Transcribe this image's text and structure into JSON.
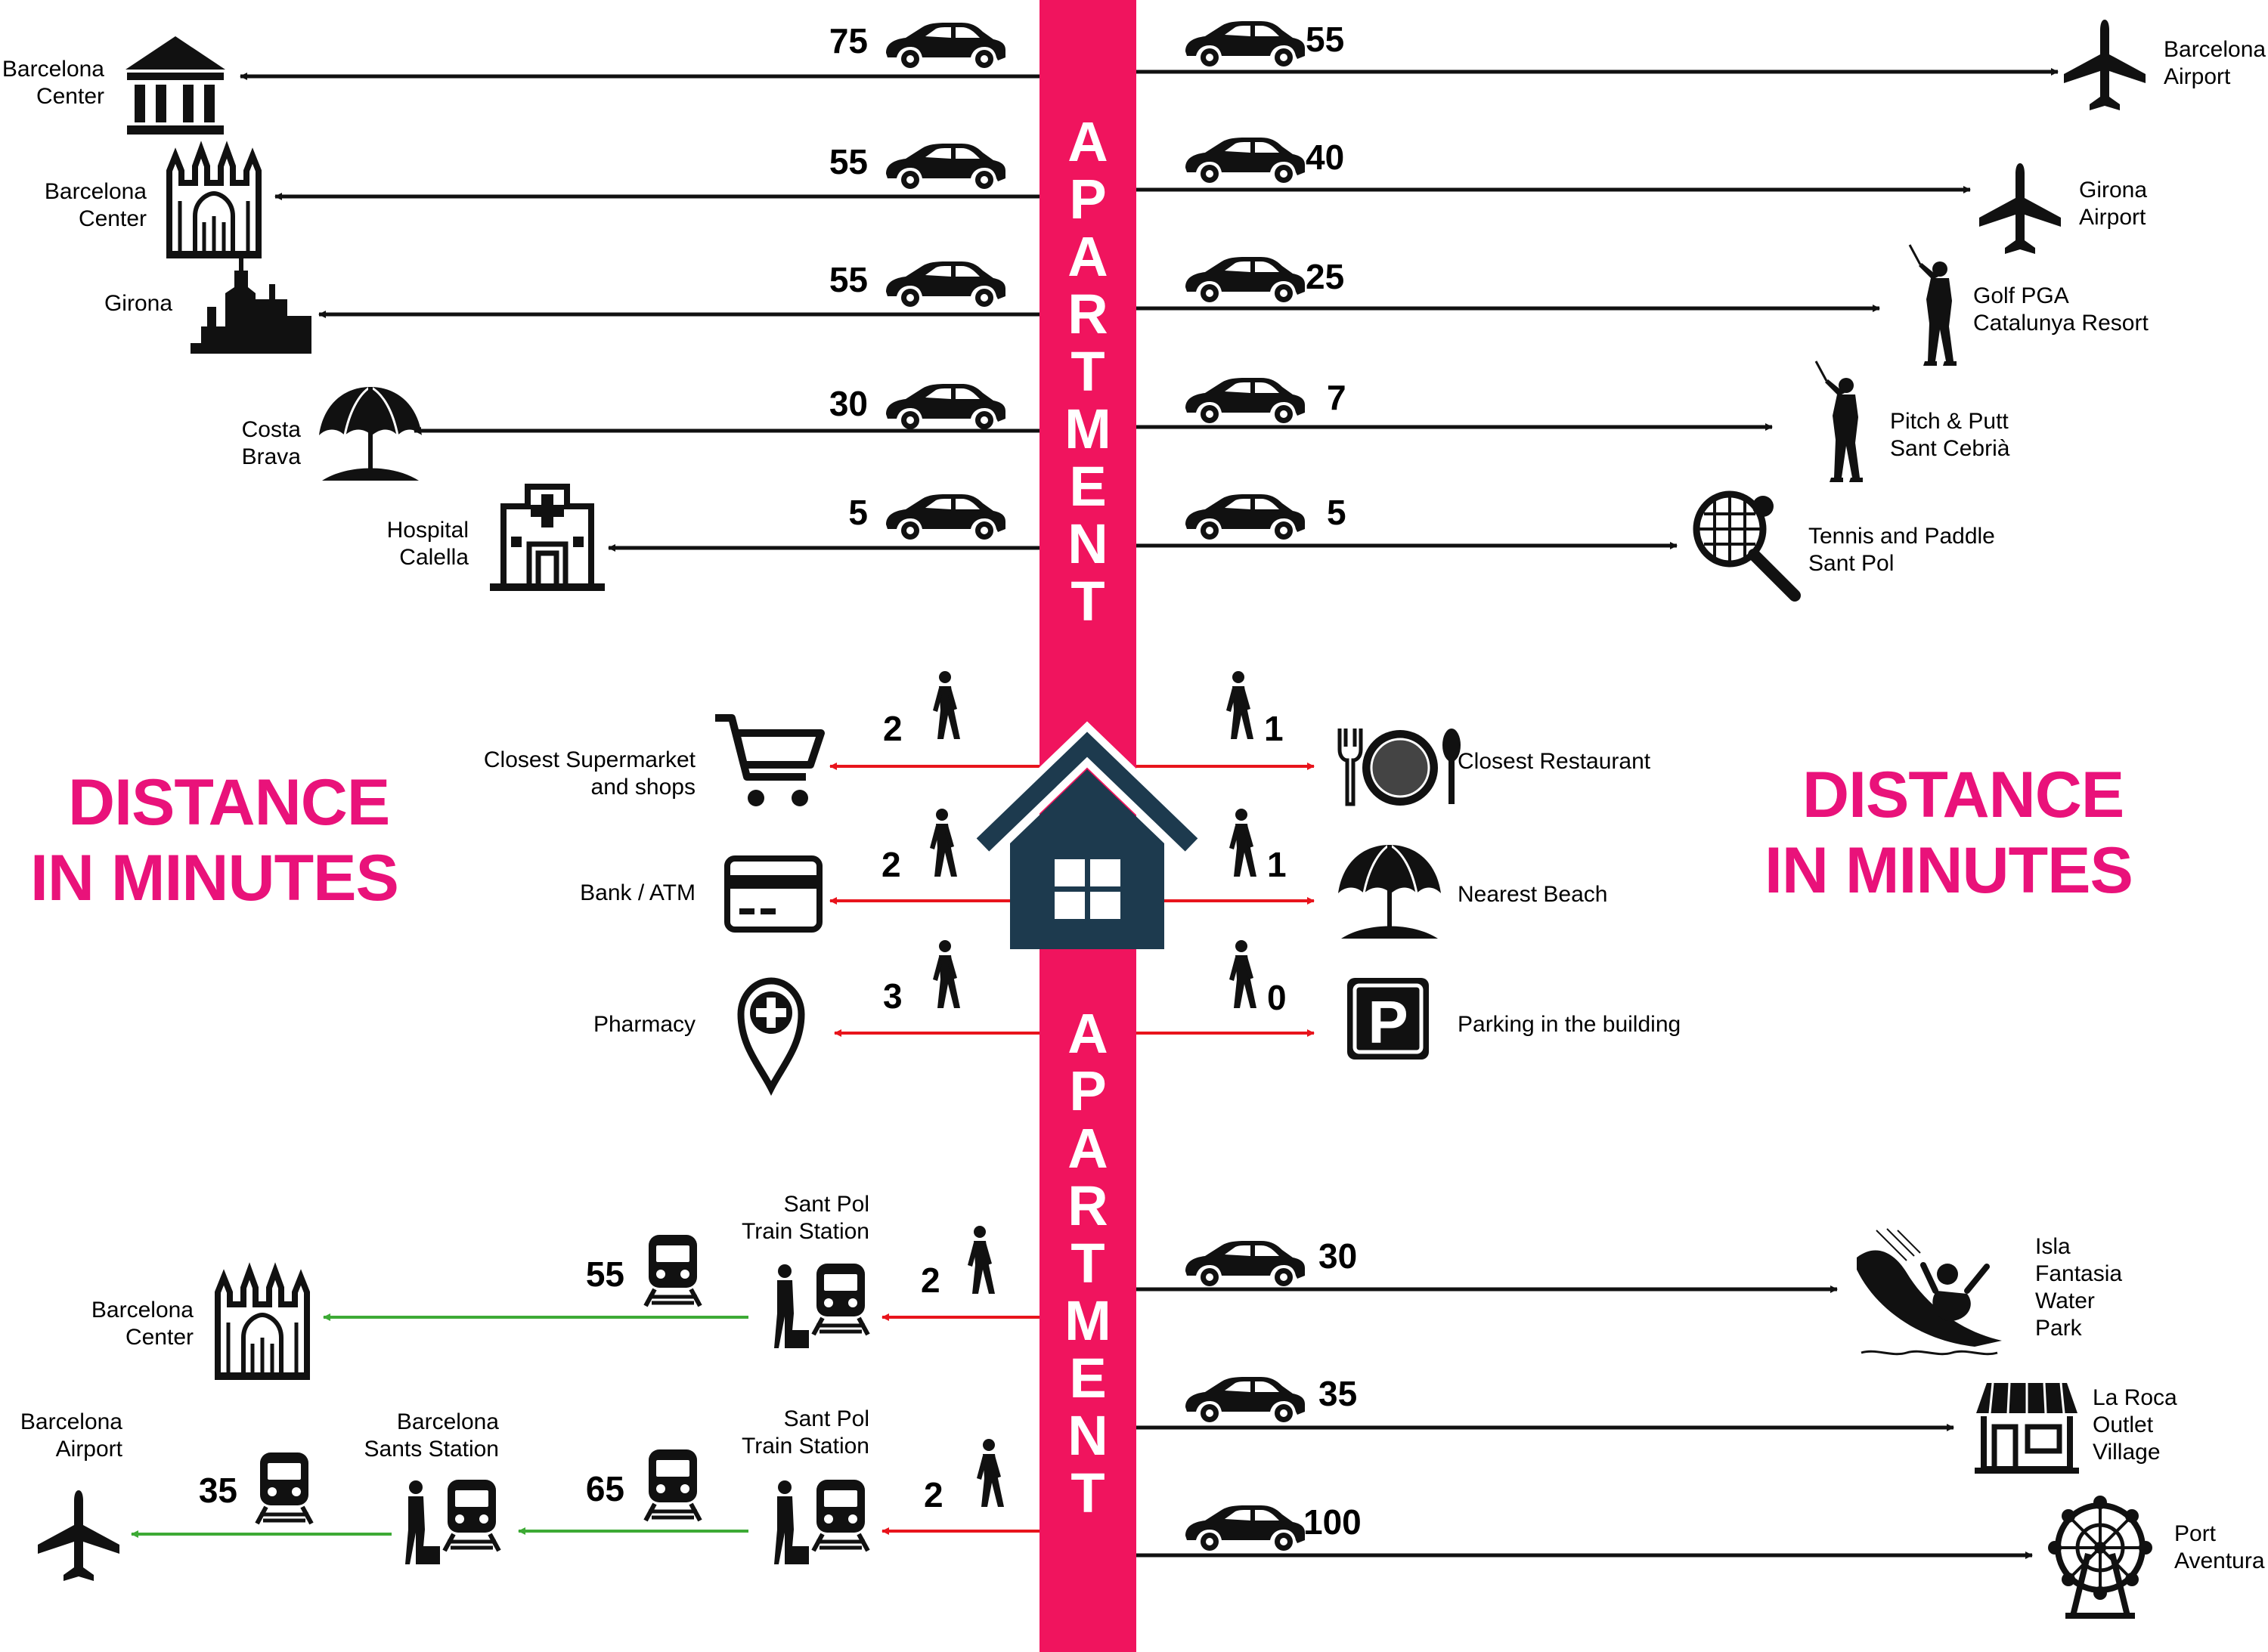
{
  "spine": {
    "label": "APARTMENT",
    "color": "#f0145e"
  },
  "heading": {
    "line1": "DISTANCE",
    "line2": "IN MINUTES",
    "color": "#e9127a"
  },
  "colors": {
    "car_arrow": "#111111",
    "walk_arrow": "#e8141c",
    "train_arrow": "#3daa35",
    "house": "#1d3a4e"
  },
  "car_left": [
    {
      "label_1": "Barcelona",
      "label_2": "Center",
      "minutes": "75",
      "icon": "building-icon"
    },
    {
      "label_1": "Barcelona",
      "label_2": "Center",
      "minutes": "55",
      "icon": "cathedral-icon"
    },
    {
      "label_1": "Girona",
      "label_2": "",
      "minutes": "55",
      "icon": "cityscape-icon"
    },
    {
      "label_1": "Costa",
      "label_2": "Brava",
      "minutes": "30",
      "icon": "umbrella-icon"
    },
    {
      "label_1": "Hospital",
      "label_2": "Calella",
      "minutes": "5",
      "icon": "hospital-icon"
    }
  ],
  "car_right": [
    {
      "label_1": "Barcelona",
      "label_2": "Airport",
      "minutes": "55",
      "icon": "airplane-icon"
    },
    {
      "label_1": "Girona",
      "label_2": "Airport",
      "minutes": "40",
      "icon": "airplane-icon"
    },
    {
      "label_1": "Golf PGA",
      "label_2": "Catalunya Resort",
      "minutes": "25",
      "icon": "golfer-icon"
    },
    {
      "label_1": "Pitch & Putt",
      "label_2": "Sant Cebrià",
      "minutes": "7",
      "icon": "golfer-icon"
    },
    {
      "label_1": "Tennis and Paddle",
      "label_2": "Sant Pol",
      "minutes": "5",
      "icon": "tennis-racket-icon"
    }
  ],
  "walk_left": [
    {
      "label_1": "Closest Supermarket",
      "label_2": "and shops",
      "minutes": "2",
      "icon": "shopping-cart-icon"
    },
    {
      "label_1": "Bank / ATM",
      "label_2": "",
      "minutes": "2",
      "icon": "credit-card-icon"
    },
    {
      "label_1": "Pharmacy",
      "label_2": "",
      "minutes": "3",
      "icon": "pharmacy-pin-icon"
    }
  ],
  "walk_right": [
    {
      "label_1": "Closest Restaurant",
      "minutes": "1",
      "icon": "plate-cutlery-icon"
    },
    {
      "label_1": "Nearest Beach",
      "minutes": "1",
      "icon": "umbrella-icon"
    },
    {
      "label_1": "Parking in the building",
      "minutes": "0",
      "icon": "parking-icon"
    },
    {
      "icon_text": "P"
    }
  ],
  "train_routes": [
    {
      "station": {
        "label_1": "Sant Pol",
        "label_2": "Train Station"
      },
      "walk_minutes": "2",
      "legs": [
        {
          "minutes": "55",
          "dest_1": "Barcelona",
          "dest_2": "Center"
        }
      ]
    },
    {
      "station": {
        "label_1": "Sant Pol",
        "label_2": "Train Station"
      },
      "walk_minutes": "2",
      "legs": [
        {
          "minutes": "65",
          "dest_1": "Barcelona",
          "dest_2": "Sants Station"
        },
        {
          "minutes": "35",
          "dest_1": "Barcelona",
          "dest_2": "Airport"
        }
      ]
    }
  ],
  "car_right_bottom": [
    {
      "lines": [
        "Isla",
        "Fantasia",
        "Water",
        "Park"
      ],
      "minutes": "30",
      "icon": "water-slide-icon"
    },
    {
      "lines": [
        "La Roca",
        "Outlet",
        "Village"
      ],
      "minutes": "35",
      "icon": "shop-icon"
    },
    {
      "lines": [
        "Port",
        "Aventura"
      ],
      "minutes": "100",
      "icon": "ferris-wheel-icon"
    }
  ]
}
